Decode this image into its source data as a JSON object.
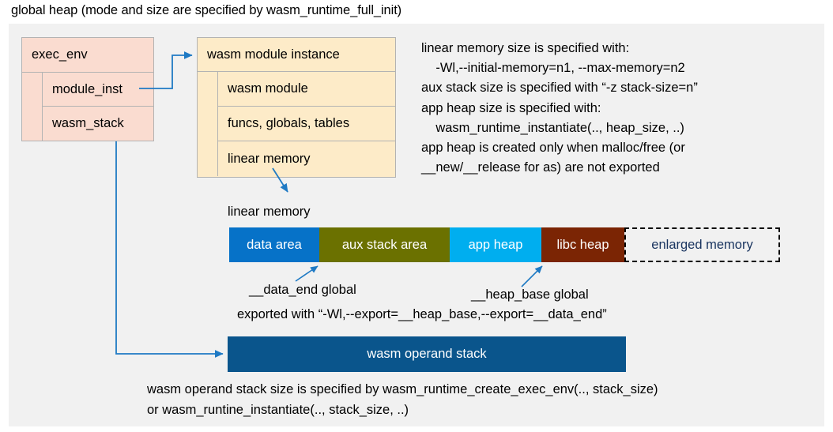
{
  "title": "global heap (mode and size are specified by wasm_runtime_full_init)",
  "colors": {
    "panel_background": "#f1f1f1",
    "exec_env_fill": "#fadcd0",
    "module_instance_fill": "#fdebc8",
    "box_border": "#b3b3b3",
    "arrow": "#1f7ac4",
    "data_area": "#0672c8",
    "aux_stack_area": "#6b7100",
    "app_heap": "#00aeef",
    "libc_heap": "#7b2504",
    "enlarged_memory_text": "#1a3560",
    "operand_stack_fill": "#0a558c",
    "text": "#000000"
  },
  "exec_env": {
    "title": "exec_env",
    "rows": [
      {
        "label": "module_inst"
      },
      {
        "label": "wasm_stack"
      }
    ]
  },
  "module_instance": {
    "title": "wasm module instance",
    "rows": [
      {
        "label": "wasm module"
      },
      {
        "label": "funcs, globals, tables"
      },
      {
        "label": "linear memory"
      }
    ]
  },
  "notes": "linear memory size is specified with:\n    -Wl,--initial-memory=n1, --max-memory=n2\naux stack size is specified with “-z stack-size=n”\napp heap size is specified with:\n    wasm_runtime_instantiate(.., heap_size, ..)\napp heap is created only when malloc/free (or\n__new/__release for as) are not exported",
  "linear_memory": {
    "label": "linear memory",
    "segments": [
      {
        "label": "data area",
        "color": "#0672c8",
        "width": 114,
        "style": "solid"
      },
      {
        "label": "aux stack area",
        "color": "#6b7100",
        "width": 165,
        "style": "solid"
      },
      {
        "label": "app heap",
        "color": "#00aeef",
        "width": 116,
        "style": "solid"
      },
      {
        "label": "libc heap",
        "color": "#7b2504",
        "width": 105,
        "style": "solid"
      },
      {
        "label": "enlarged memory",
        "color": "#f1f1f1",
        "width": 197,
        "style": "dashed"
      }
    ]
  },
  "annotations": {
    "data_end": "__data_end global",
    "heap_base": "__heap_base global",
    "exported": "exported with “-Wl,--export=__heap_base,--export=__data_end”"
  },
  "operand_stack": {
    "label": "wasm operand stack",
    "caption": "wasm operand stack size is specified by wasm_runtime_create_exec_env(.., stack_size)\nor wasm_runtine_instantiate(.., stack_size, ..)"
  }
}
